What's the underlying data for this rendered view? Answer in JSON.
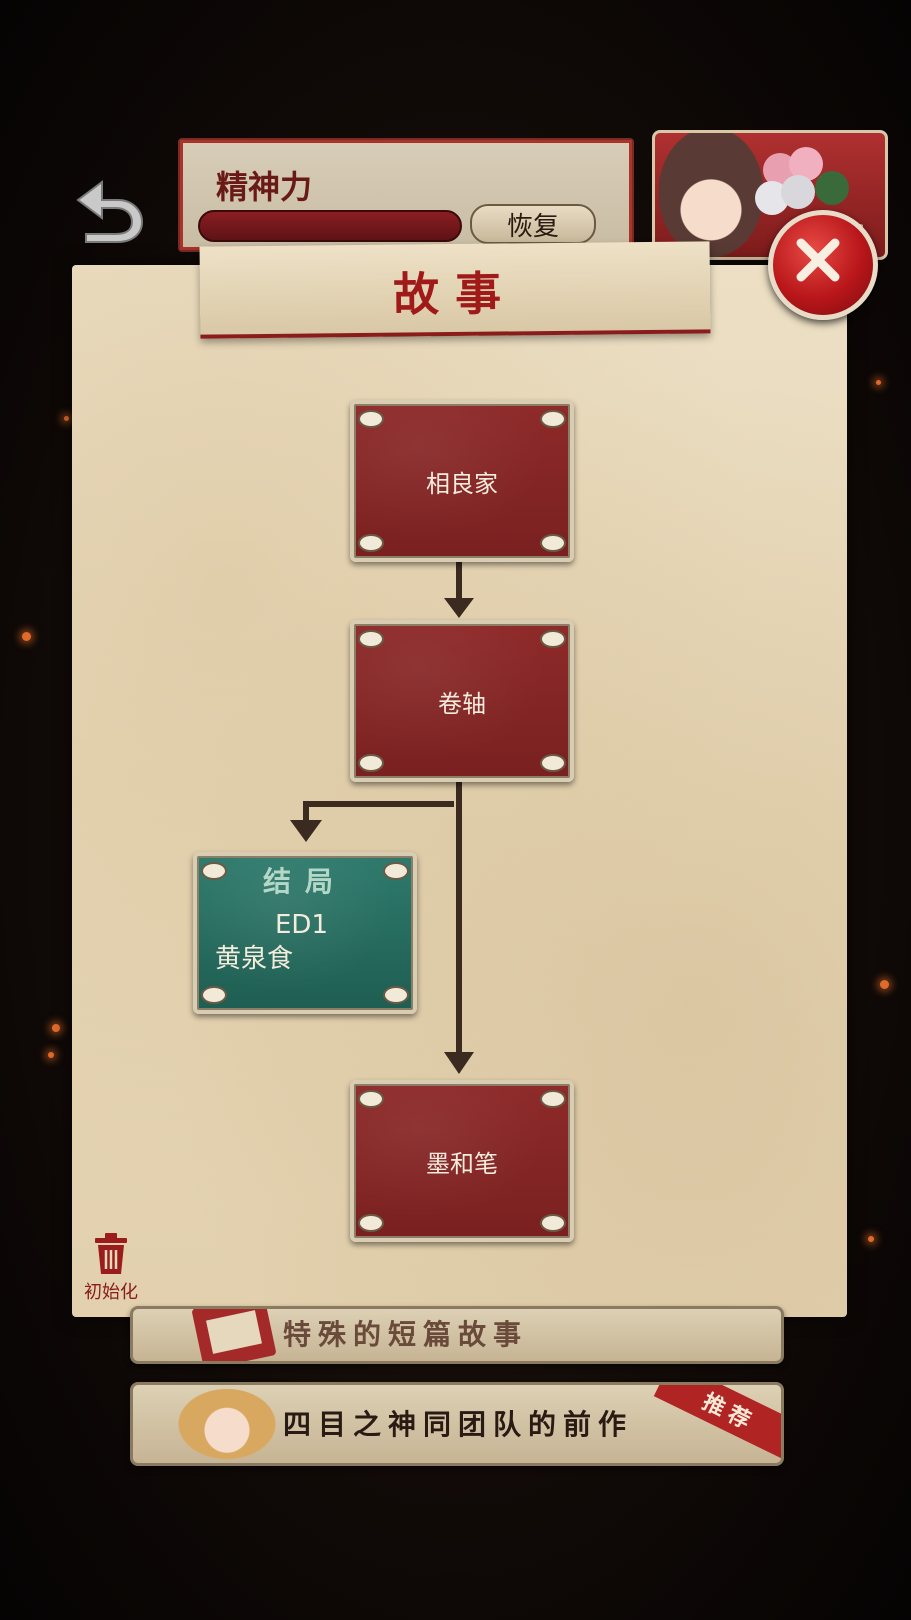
{
  "hud": {
    "stamina_label": "精神力",
    "restore_button": "恢复"
  },
  "panel": {
    "title": "故事"
  },
  "flow": {
    "nodes": [
      {
        "label": "相良家"
      },
      {
        "label": "卷轴"
      },
      {
        "label": "墨和笔"
      }
    ],
    "ending": {
      "tag": "结局",
      "code": "ED1",
      "name": "黄泉食"
    }
  },
  "reset_label": "初始化",
  "banners": [
    {
      "text": "特殊的短篇故事"
    },
    {
      "text": "四目之神同团队的前作",
      "badge": "推荐"
    }
  ],
  "colors": {
    "node_red": "#7e2222",
    "node_green": "#236658",
    "paper": "#e8d9ba",
    "accent": "#a11a1a"
  },
  "icons": [
    "back-arrow-icon",
    "close-icon",
    "trash-icon",
    "film-icon"
  ]
}
